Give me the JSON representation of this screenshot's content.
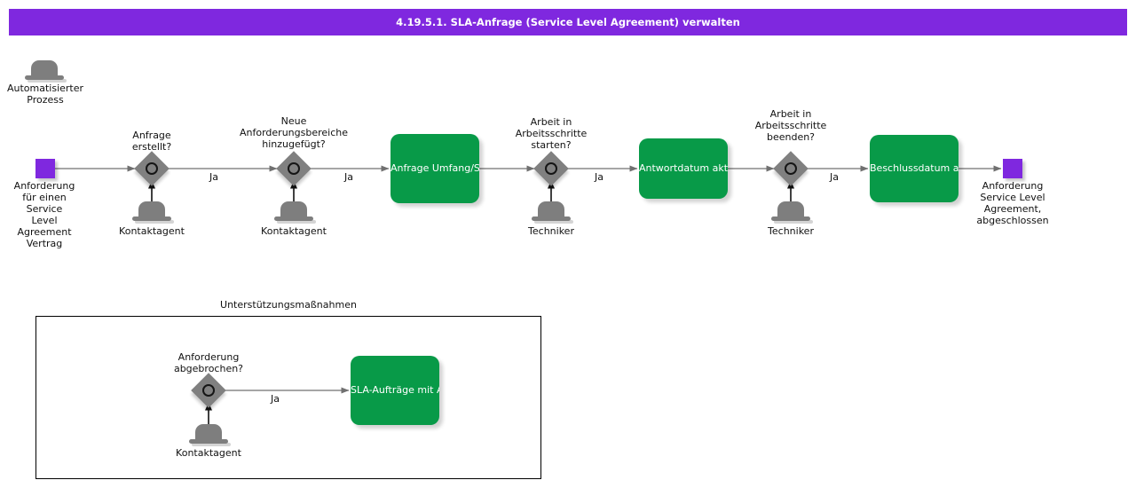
{
  "title": "4.19.5.1. SLA-Anfrage (Service Level Agreement) verwalten",
  "colors": {
    "banner_purple": "#7F28DF",
    "task_green": "#089A48",
    "gateway_gray": "#808080",
    "event_purple": "#7F28DF"
  },
  "lane_actor": {
    "icon": "bowler-hat-icon",
    "label": "Automatisierter\nProzess"
  },
  "start_event": {
    "icon": "start-event-square",
    "label": "Anforderung\nfür einen\nService\nLevel\nAgreement\nVertrag"
  },
  "end_event": {
    "icon": "end-event-square",
    "label": "Anforderung\nService Level\nAgreement,\nabgeschlossen"
  },
  "main_flow": {
    "gateways": [
      {
        "id": "g1",
        "label": "Anfrage\nerstellt?",
        "actor": "Kontaktagent",
        "out_label": "Ja"
      },
      {
        "id": "g2",
        "label": "Neue\nAnforderungsbereiche\nhinzugefügt?",
        "actor": "Kontaktagent",
        "out_label": "Ja"
      },
      {
        "id": "g3",
        "label": "Arbeit in\nArbeitsschritte\nstarten?",
        "actor": "Techniker",
        "out_label": "Ja"
      },
      {
        "id": "g4",
        "label": "Arbeit in\nArbeitsschritte\nbeenden?",
        "actor": "Techniker",
        "out_label": "Ja"
      }
    ],
    "tasks": [
      {
        "id": "t1",
        "label": "Anfrage\nUmfang/SLA-\nAufträge\nerstellen"
      },
      {
        "id": "t2",
        "label": "Antwortdatum\naktualisieren"
      },
      {
        "id": "t3",
        "label": "Beschlussdatum\naktualisieren"
      }
    ]
  },
  "support_section": {
    "title": "Unterstützungsmaßnahmen",
    "gateway": {
      "label": "Anforderung\nabgebrochen?",
      "actor": "Kontaktagent",
      "out_label": "Ja"
    },
    "task": {
      "label": "SLA-Aufträge\nmit\nAnforderungsumfang\nabschließen"
    }
  }
}
